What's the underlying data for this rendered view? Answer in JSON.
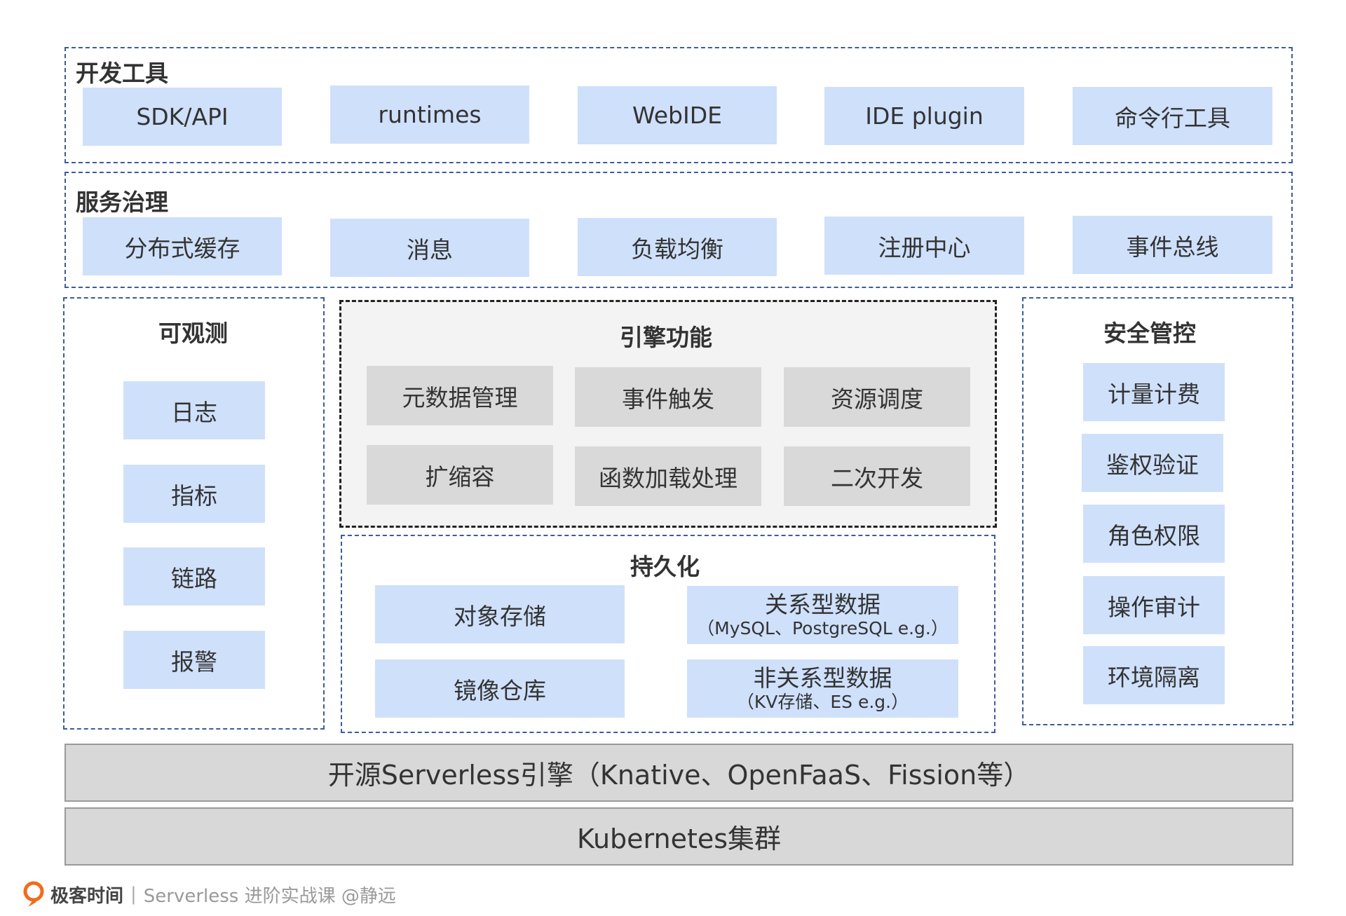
{
  "dev_tools": {
    "title": "开发工具",
    "items": [
      "SDK/API",
      "runtimes",
      "WebIDE",
      "IDE plugin",
      "命令行工具"
    ]
  },
  "service_governance": {
    "title": "服务治理",
    "items": [
      "分布式缓存",
      "消息",
      "负载均衡",
      "注册中心",
      "事件总线"
    ]
  },
  "observability": {
    "title": "可观测",
    "items": [
      "日志",
      "指标",
      "链路",
      "报警"
    ]
  },
  "engine": {
    "title": "引擎功能",
    "items": [
      "元数据管理",
      "事件触发",
      "资源调度",
      "扩缩容",
      "函数加载处理",
      "二次开发"
    ]
  },
  "persistence": {
    "title": "持久化",
    "object_storage": "对象存储",
    "image_registry": "镜像仓库",
    "relational": {
      "label": "关系型数据",
      "sub": "（MySQL、PostgreSQL e.g.）"
    },
    "nonrelational": {
      "label": "非关系型数据",
      "sub": "（KV存储、ES e.g.）"
    }
  },
  "security": {
    "title": "安全管控",
    "items": [
      "计量计费",
      "鉴权验证",
      "角色权限",
      "操作审计",
      "环境隔离"
    ]
  },
  "engine_band": "开源Serverless引擎（Knative、OpenFaaS、Fission等）",
  "k8s_band": "Kubernetes集群",
  "footer": {
    "brand": "极客时间",
    "separator": "|",
    "course": "Serverless 进阶实战课 @静远"
  },
  "colors": {
    "box_blue": "#cfe0fb",
    "box_gray": "#d9d9d9",
    "dashed_border": "#3d5c99",
    "logo_orange": "#f26b1d"
  }
}
